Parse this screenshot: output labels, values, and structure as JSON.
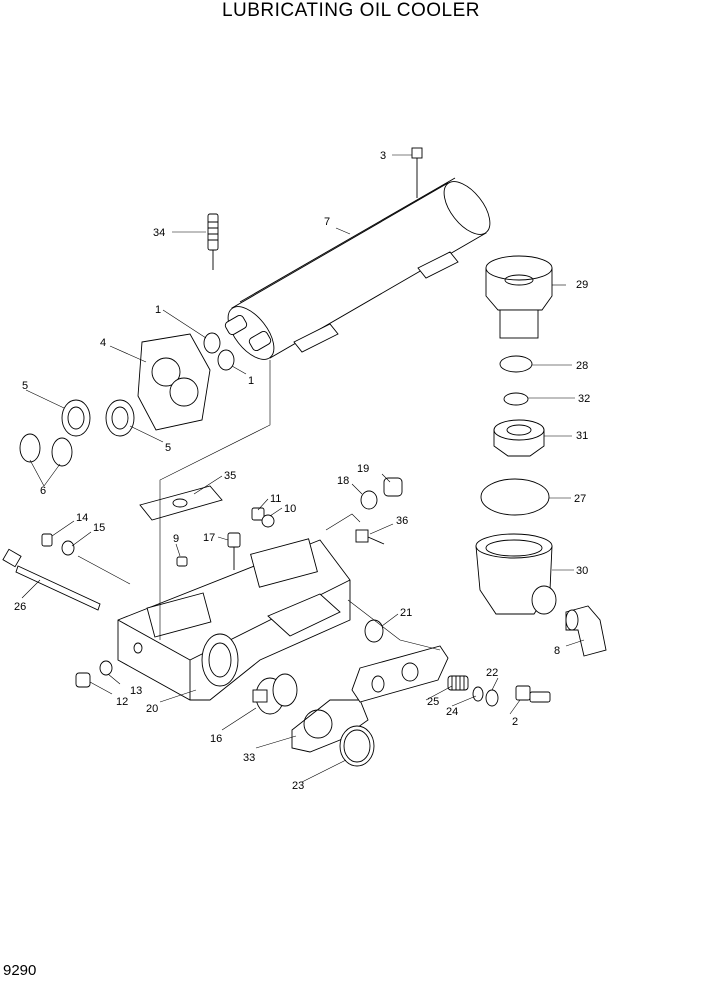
{
  "title": "LUBRICATING OIL COOLER",
  "page_code": "9290",
  "callouts": {
    "c1a": "1",
    "c1b": "1",
    "c2": "2",
    "c3": "3",
    "c4": "4",
    "c5a": "5",
    "c5b": "5",
    "c6": "6",
    "c7": "7",
    "c8": "8",
    "c9": "9",
    "c10": "10",
    "c11": "11",
    "c12": "12",
    "c13": "13",
    "c14": "14",
    "c15": "15",
    "c16": "16",
    "c17": "17",
    "c18": "18",
    "c19": "19",
    "c20": "20",
    "c21": "21",
    "c22": "22",
    "c23": "23",
    "c24": "24",
    "c25": "25",
    "c26": "26",
    "c27": "27",
    "c28": "28",
    "c29": "29",
    "c30": "30",
    "c31": "31",
    "c32": "32",
    "c33": "33",
    "c34": "34",
    "c35": "35",
    "c36": "36"
  }
}
